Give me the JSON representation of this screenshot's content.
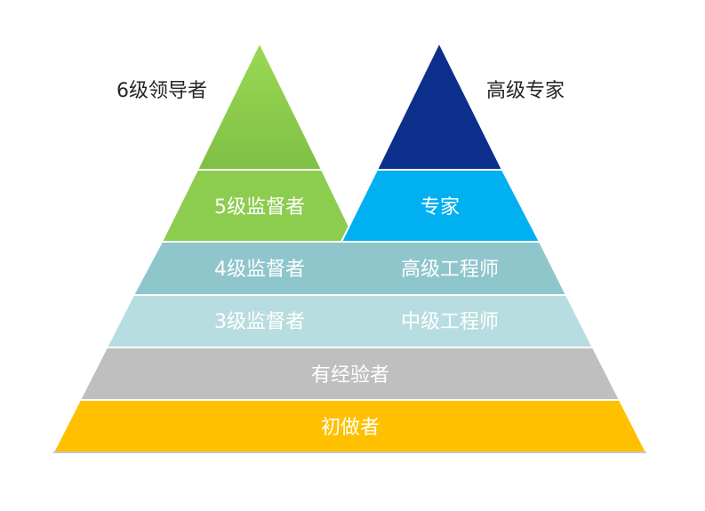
{
  "pyramids": {
    "left": {
      "apex_label": "6级领导者",
      "tier5_label": "5级监督者"
    },
    "right": {
      "apex_label": "高级专家",
      "tier5_label": "专家"
    }
  },
  "bands": {
    "tier4": {
      "left": "4级监督者",
      "right": "高级工程师"
    },
    "tier3": {
      "left": "3级监督者",
      "right": "中级工程师"
    },
    "tier2": {
      "center": "有经验者"
    },
    "tier1": {
      "center": "初做者"
    }
  },
  "colors": {
    "green_light": "#92d050",
    "green_mid": "#7ac143",
    "navy": "#0b2f8a",
    "cyan": "#00b0f0",
    "teal": "#8ec6cc",
    "teal_light": "#b8dde1",
    "gray": "#bfbfbf",
    "gold": "#ffc000"
  }
}
